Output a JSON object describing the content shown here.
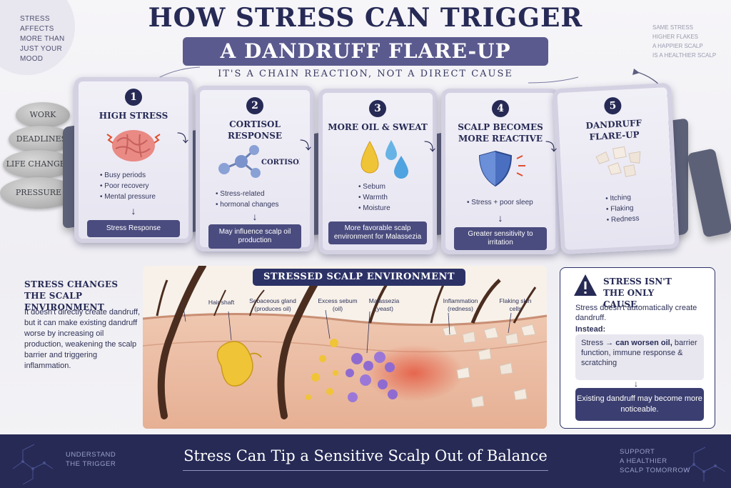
{
  "header": {
    "title_line1": "HOW STRESS CAN TRIGGER",
    "title_line2": "A DANDRUFF FLARE-UP",
    "subtitle": "IT'S A CHAIN REACTION, NOT A DIRECT CAUSE"
  },
  "corner_left": [
    "STRESS",
    "AFFECTS",
    "MORE THAN",
    "JUST YOUR",
    "MOOD"
  ],
  "corner_right": [
    "SAME STRESS",
    "HIGHER FLAKES",
    "A HAPPIER SCALP",
    "IS A HEALTHIER SCALP"
  ],
  "stones": [
    "WORK",
    "DEADLINES",
    "LIFE CHANGES",
    "PRESSURE"
  ],
  "steps": [
    {
      "num": "1",
      "title": "HIGH STRESS",
      "bullets": [
        "Busy periods",
        "Poor recovery",
        "Mental pressure"
      ],
      "result": "Stress Response"
    },
    {
      "num": "2",
      "title": "CORTISOL RESPONSE",
      "icon_label": "CORTISOL",
      "bullets": [
        "Stress-related",
        "hormonal changes"
      ],
      "result": "May influence scalp oil production"
    },
    {
      "num": "3",
      "title": "MORE OIL & SWEAT",
      "bullets": [
        "Sebum",
        "Warmth",
        "Moisture"
      ],
      "result": "More favorable scalp environment for Malassezia"
    },
    {
      "num": "4",
      "title": "SCALP BECOMES MORE REACTIVE",
      "bullets": [
        "Stress + poor sleep"
      ],
      "result": "Greater sensitivity to irritation"
    },
    {
      "num": "5",
      "title": "DANDRUFF FLARE-UP",
      "bullets": [
        "Itching",
        "Flaking",
        "Redness"
      ]
    }
  ],
  "left_panel": {
    "title": "STRESS CHANGES THE SCALP ENVIRONMENT",
    "body": "It doesn't directly create dandruff, but it can make existing dandruff worse by increasing oil production, weakening the scalp barrier and triggering inflammation."
  },
  "diagram": {
    "title": "STRESSED SCALP ENVIRONMENT",
    "labels": [
      "Hair shaft",
      "Sebaceous gland (produces oil)",
      "Excess sebum (oil)",
      "Malassezia (yeast)",
      "Inflammation (redness)",
      "Flaking skin cells"
    ]
  },
  "right_panel": {
    "title": "STRESS ISN'T THE ONLY CAUSE",
    "text1": "Stress doesn't automatically create dandruff.",
    "instead": "Instead:",
    "box_prefix": "Stress → ",
    "box_bold": "can worsen oil,",
    "box_rest": " barrier function, immune response & scratching",
    "result": "Existing dandruff may become more noticeable."
  },
  "footer": {
    "main": "Stress Can Tip a Sensitive Scalp Out of Balance",
    "left": [
      "UNDERSTAND",
      "THE TRIGGER"
    ],
    "right": [
      "SUPPORT",
      "A HEALTHIER",
      "SCALP TOMORROW"
    ]
  },
  "colors": {
    "navy": "#262a55",
    "purple": "#5b5a8e",
    "card_button": "#4a4b7e",
    "footer": "#262a55",
    "redness": "#e4573f",
    "sebum": "#f0c437",
    "yeast": "#8f6bd1"
  }
}
